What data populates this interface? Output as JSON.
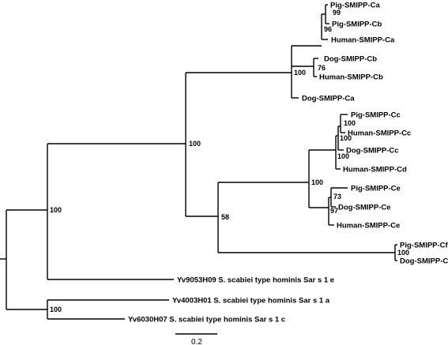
{
  "tree": {
    "leaves": [
      {
        "id": "l1",
        "label": "Pig-SMIPP-Ca"
      },
      {
        "id": "l2",
        "label": "Pig-SMIPP-Cb"
      },
      {
        "id": "l3",
        "label": "Human-SMIPP-Ca"
      },
      {
        "id": "l4",
        "label": "Dog-SMIPP-Cb"
      },
      {
        "id": "l5",
        "label": "Human-SMIPP-Cb"
      },
      {
        "id": "l6",
        "label": "Dog-SMIPP-Ca"
      },
      {
        "id": "l7",
        "label": "Pig-SMIPP-Cc"
      },
      {
        "id": "l8",
        "label": "Human-SMIPP-Cc"
      },
      {
        "id": "l9",
        "label": "Dog-SMIPP-Cc"
      },
      {
        "id": "l10",
        "label": "Human-SMIPP-Cd"
      },
      {
        "id": "l11",
        "label": "Pig-SMIPP-Ce"
      },
      {
        "id": "l12",
        "label": "Dog-SMIPP-Ce"
      },
      {
        "id": "l13",
        "label": "Human-SMIPP-Ce"
      },
      {
        "id": "l14",
        "label": "Pig-SMIPP-Cf"
      },
      {
        "id": "l15",
        "label": "Dog-SMIPP-Cf"
      },
      {
        "id": "l16",
        "label": "Yv9053H09 S. scabiei type hominis Sar s 1 e"
      },
      {
        "id": "l17",
        "label": "Yv4003H01 S. scabiei type hominis Sar s 1 a"
      },
      {
        "id": "l18",
        "label": "Yv6030H07 S. scabiei type hominis Sar s 1 c"
      }
    ],
    "bootstrap": [
      {
        "id": "b1",
        "value": "99"
      },
      {
        "id": "b2",
        "value": "96"
      },
      {
        "id": "b3",
        "value": "76"
      },
      {
        "id": "b4",
        "value": "100"
      },
      {
        "id": "b5",
        "value": "100"
      },
      {
        "id": "b6",
        "value": "100"
      },
      {
        "id": "b7",
        "value": "100"
      },
      {
        "id": "b8",
        "value": "100"
      },
      {
        "id": "b9",
        "value": "73"
      },
      {
        "id": "b10",
        "value": "97"
      },
      {
        "id": "b11",
        "value": "58"
      },
      {
        "id": "b12",
        "value": "100"
      },
      {
        "id": "b13",
        "value": "100"
      },
      {
        "id": "b14",
        "value": "100"
      },
      {
        "id": "b15",
        "value": "100"
      }
    ],
    "scale_bar": {
      "label": "0.2"
    }
  }
}
